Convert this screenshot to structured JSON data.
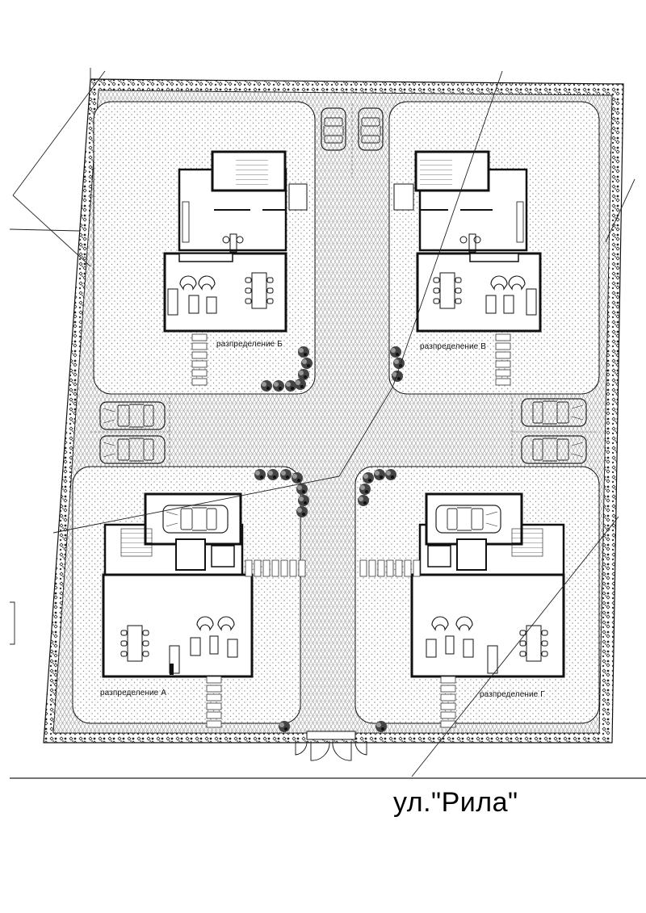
{
  "drawing": {
    "type": "site plan",
    "street_label": "ул.\"Рила\"",
    "colors": {
      "line": "#111111",
      "background": "#ffffff",
      "lawn_dot": "#8a8a8a",
      "paving_hatch": "#9a9a9a",
      "hedge": "#222222"
    }
  },
  "units": [
    {
      "id": "A",
      "label": "разпределение  А",
      "position": "bottom-left"
    },
    {
      "id": "B",
      "label": "разпределение Б",
      "position": "top-left"
    },
    {
      "id": "V",
      "label": "разпределение В",
      "position": "top-right"
    },
    {
      "id": "G",
      "label": "разпределение  Г",
      "position": "bottom-right"
    }
  ],
  "parking": {
    "top_spots": 2,
    "left_spots": 2,
    "right_spots": 2,
    "garages": 2
  }
}
